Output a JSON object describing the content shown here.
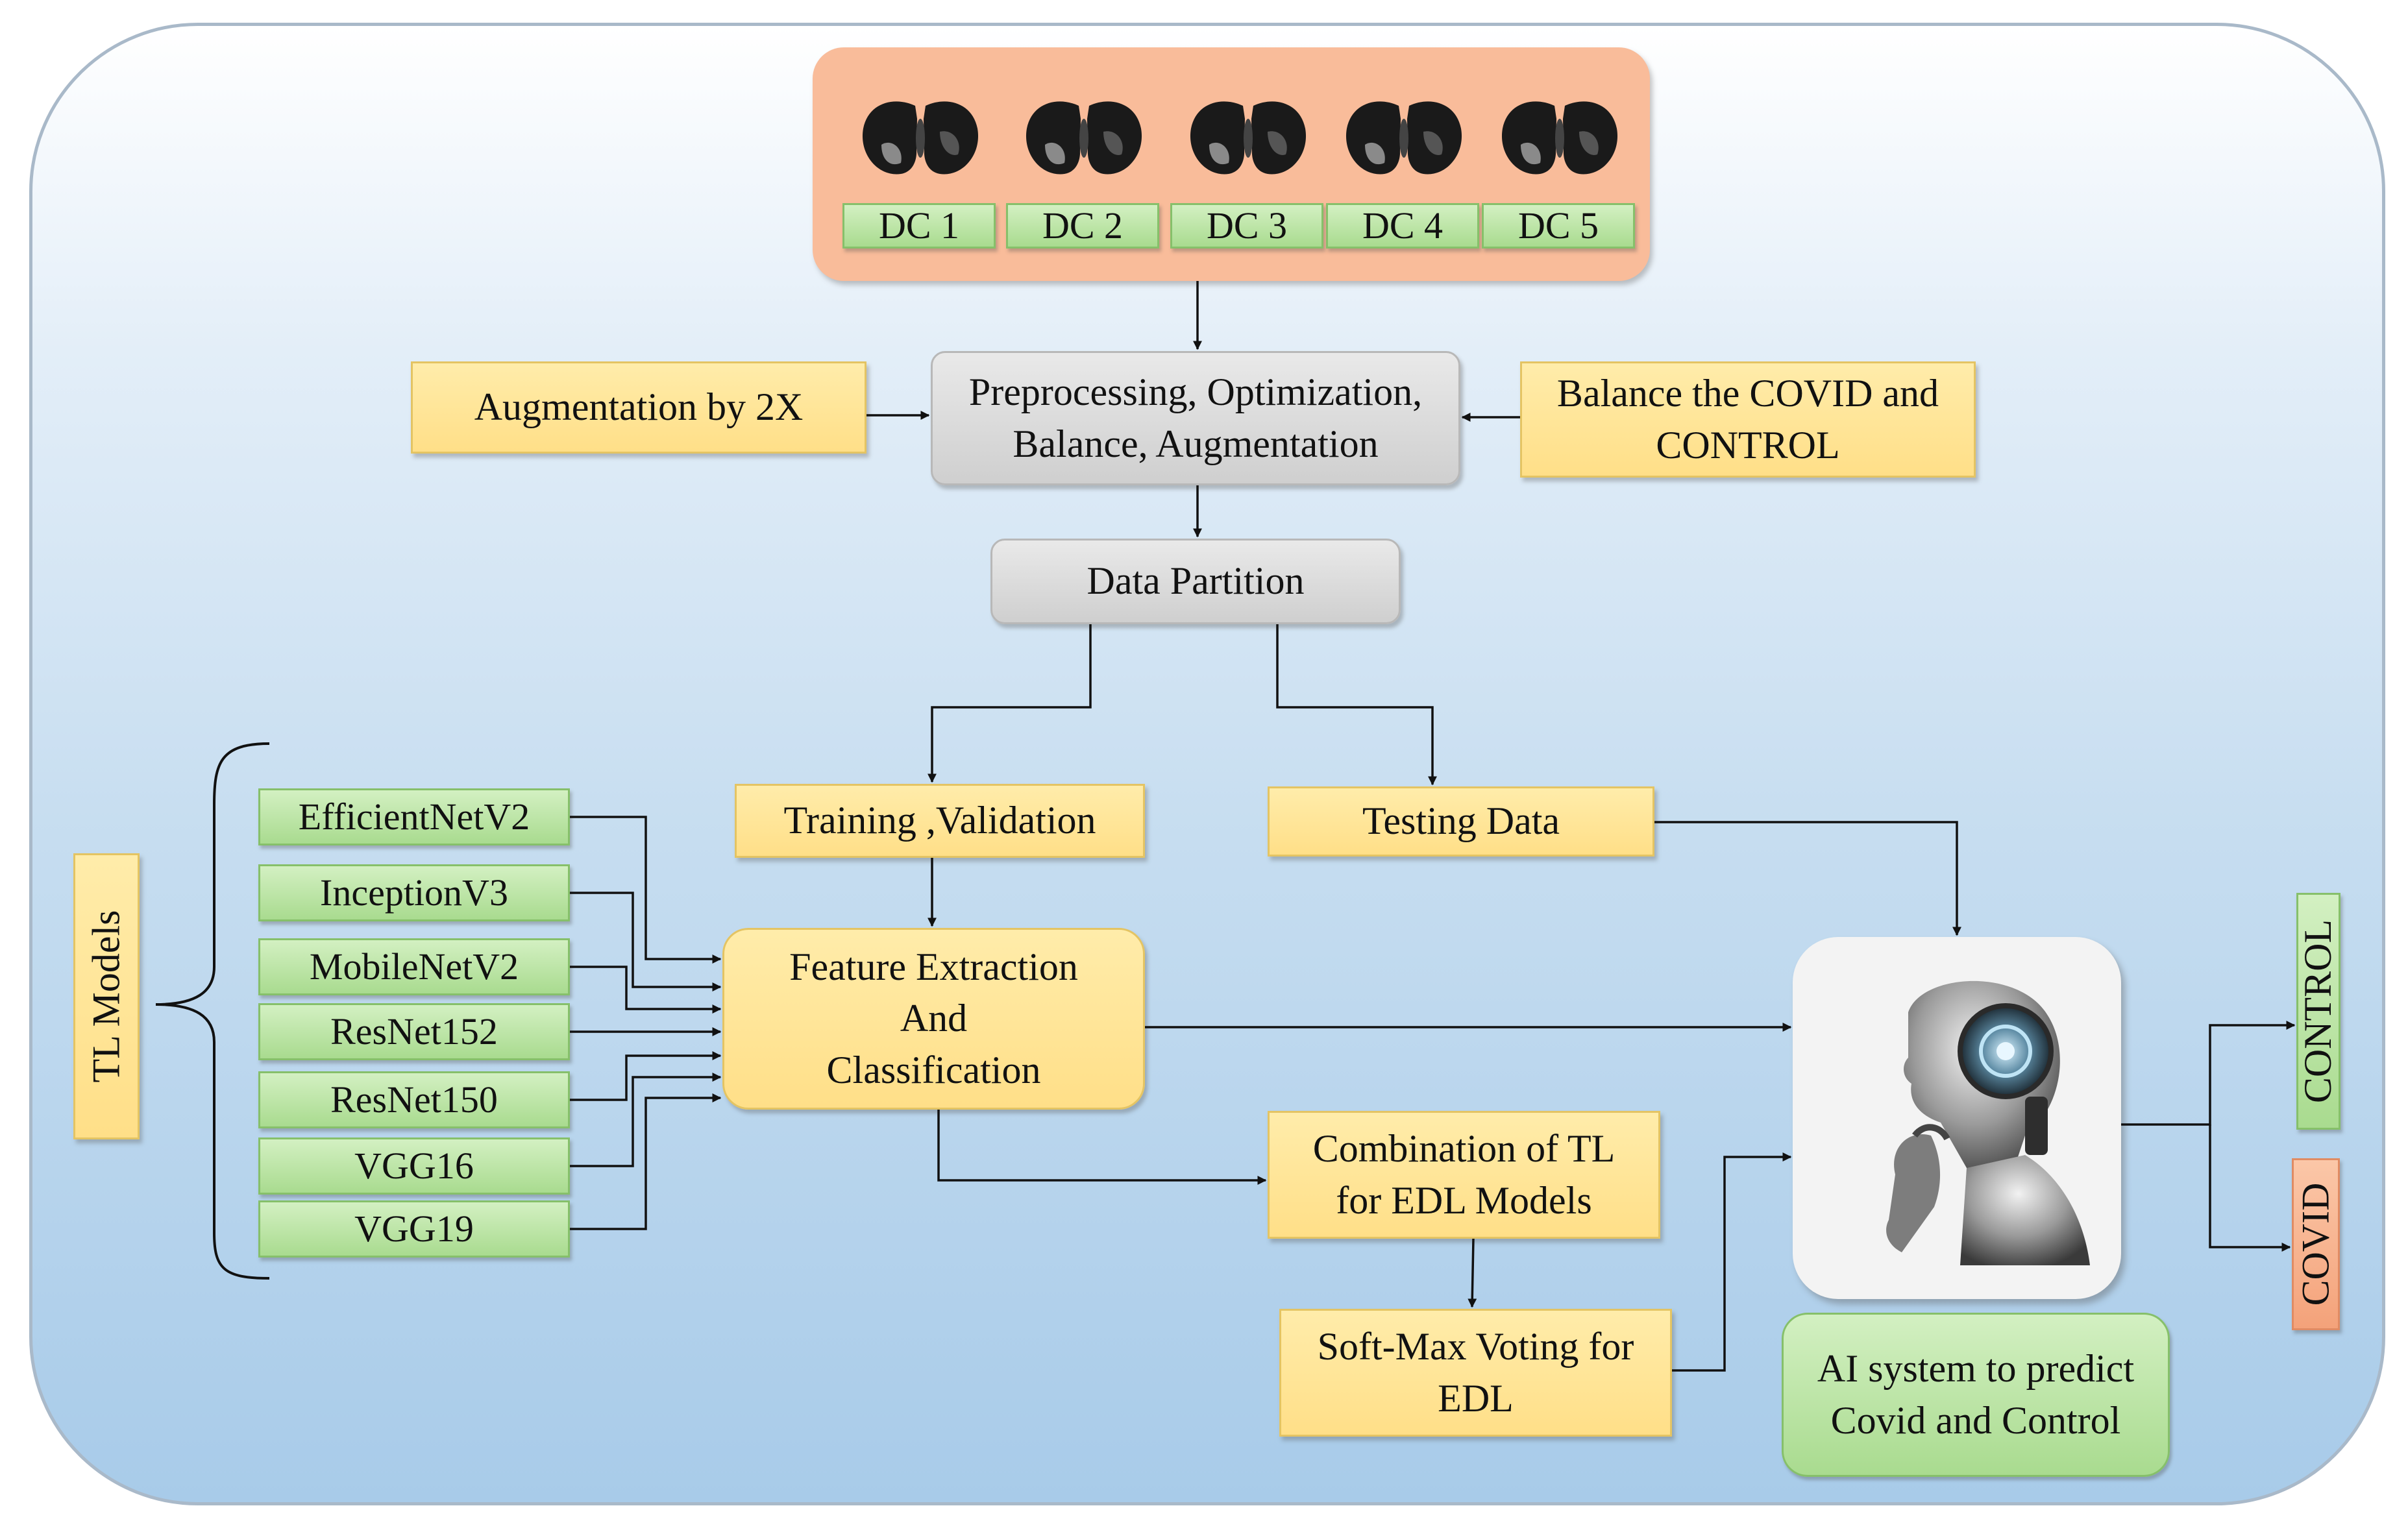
{
  "dataset_labels": [
    "DC 1",
    "DC 2",
    "DC 3",
    "DC 4",
    "DC 5"
  ],
  "preprocessing": "Preprocessing, Optimization,\nBalance, Augmentation",
  "augmentation": "Augmentation by 2X",
  "balance": "Balance the COVID and\nCONTROL",
  "data_partition": "Data Partition",
  "training": "Training ,Validation",
  "testing": "Testing Data",
  "tl_models_label": "TL Models",
  "tl_models": [
    "EfficientNetV2",
    "InceptionV3",
    "MobileNetV2",
    "ResNet152",
    "ResNet150",
    "VGG16",
    "VGG19"
  ],
  "feature_extraction": "Feature Extraction\nAnd\nClassification",
  "combination": "Combination of TL\nfor EDL Models",
  "softmax": "Soft-Max Voting for\nEDL",
  "ai_system": "AI system to predict\nCovid and Control",
  "outputs": {
    "control": "CONTROL",
    "covid": "COVID"
  },
  "colors": {
    "yellow_box": "#ffdf88",
    "green_box": "#a9db8f",
    "gray_box": "#cfcfcf",
    "orange_panel": "#f9bc9a",
    "covid_box": "#f9b48f",
    "background": "#b9d6ee"
  },
  "icons": [
    "lung-ct-scan-icon",
    "ai-robot-icon"
  ]
}
